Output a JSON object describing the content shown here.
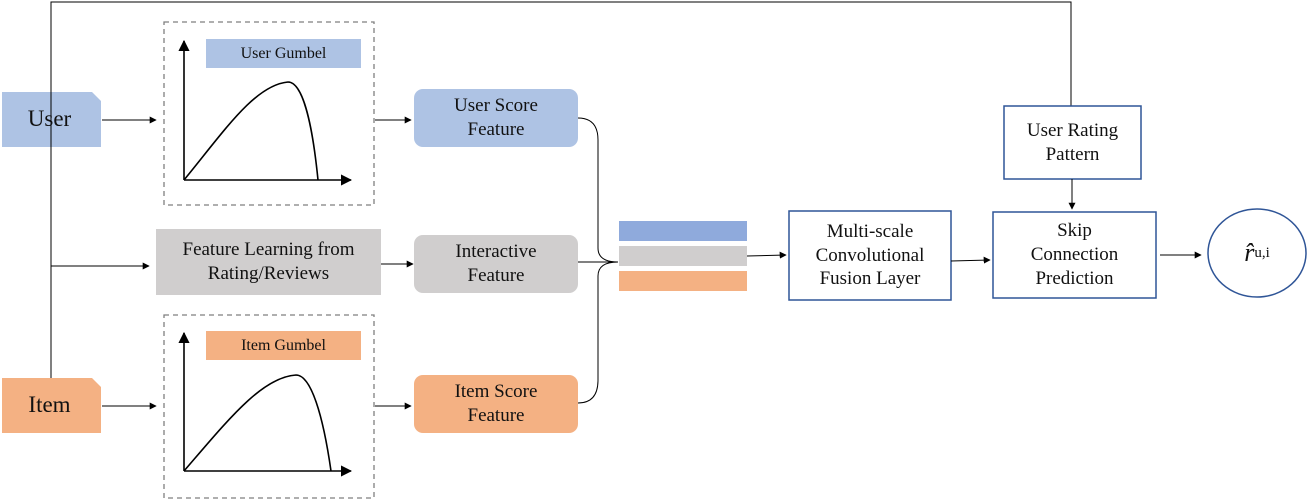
{
  "nodes": {
    "user": "User",
    "item": "Item",
    "user_gumbel": "User Gumbel",
    "item_gumbel": "Item Gumbel",
    "user_score_feature": "User Score\nFeature",
    "feature_learning": "Feature Learning from\nRating/Reviews",
    "interactive_feature": "Interactive\nFeature",
    "item_score_feature": "Item Score\nFeature",
    "fusion_layer": "Multi-scale\nConvolutional\nFusion Layer",
    "rating_pattern": "User Rating\nPattern",
    "skip_prediction": "Skip\nConnection\nPrediction",
    "output_symbol": "r̂",
    "output_subscript": "u,i"
  },
  "colors": {
    "user_blue": "#aec3e4",
    "item_orange": "#f4b183",
    "gray": "#d0cece",
    "bar_blue": "#8faadc",
    "box_border": "#2f5597",
    "line": "#000000",
    "dashed_border": "#7f7f7f"
  }
}
